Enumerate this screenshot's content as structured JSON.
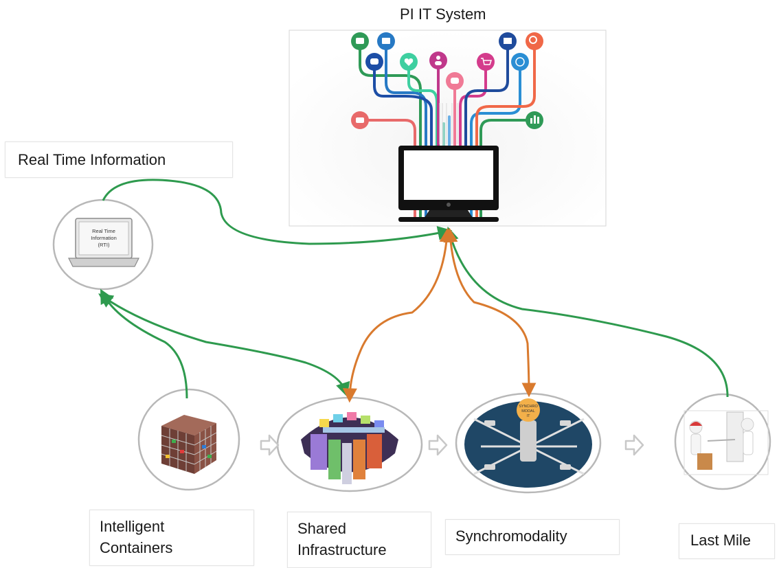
{
  "title": "PI IT System",
  "real_time_label": "Real Time Information",
  "laptop_screen_text": [
    "Real Time",
    "Information",
    "(RTI)"
  ],
  "hub_text": [
    "SYNCHRO",
    "MODAL",
    "IT"
  ],
  "nodes": [
    {
      "line1": "Intelligent",
      "line2": "Containers"
    },
    {
      "line1": "Shared",
      "line2": "Infrastructure"
    },
    {
      "line1": "Synchromodality",
      "line2": ""
    },
    {
      "line1": "Last Mile",
      "line2": ""
    }
  ],
  "colors": {
    "green_arrow": "#2e9a4e",
    "orange_arrow": "#d97a2e",
    "circle_stroke": "#b8b8b8",
    "process_arrow": "#c8c8c8"
  }
}
